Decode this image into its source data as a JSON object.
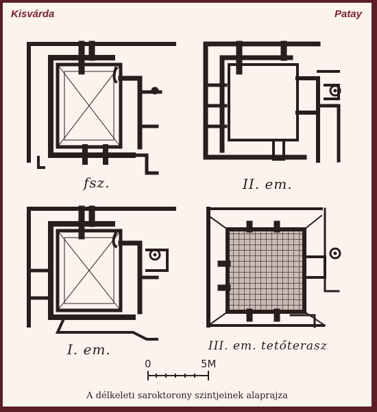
{
  "header": {
    "left_title": "Kisvárda",
    "right_title": "Patay"
  },
  "plans": {
    "ground": "fsz.",
    "second": "II. em.",
    "first": "I. em.",
    "third": "III. em. tetőterasz"
  },
  "scale": {
    "start": "0",
    "end": "5M"
  },
  "caption": "A délkeleti saroktorony szintjeinek alaprajza",
  "colors": {
    "frame": "#5a1e24",
    "ink": "#2a1d1d",
    "paper": "#fbf3ee",
    "accent": "#7a2430"
  }
}
